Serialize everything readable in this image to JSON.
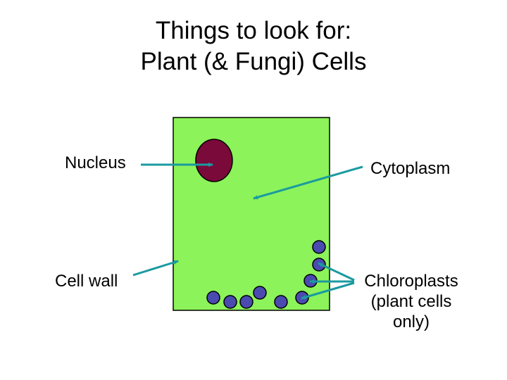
{
  "title": {
    "line1": "Things to look for:",
    "line2": "Plant (& Fungi) Cells"
  },
  "labels": {
    "nucleus": "Nucleus",
    "cytoplasm": "Cytoplasm",
    "cell_wall": "Cell wall",
    "chloroplasts_line1": "Chloroplasts",
    "chloroplasts_line2": "(plant cells",
    "chloroplasts_line3": "only)"
  },
  "colors": {
    "cell_fill": "#8CF35A",
    "nucleus_fill": "#7A0A3A",
    "chloroplast_fill": "#4A4AB0",
    "arrow": "#1A9AA0"
  }
}
